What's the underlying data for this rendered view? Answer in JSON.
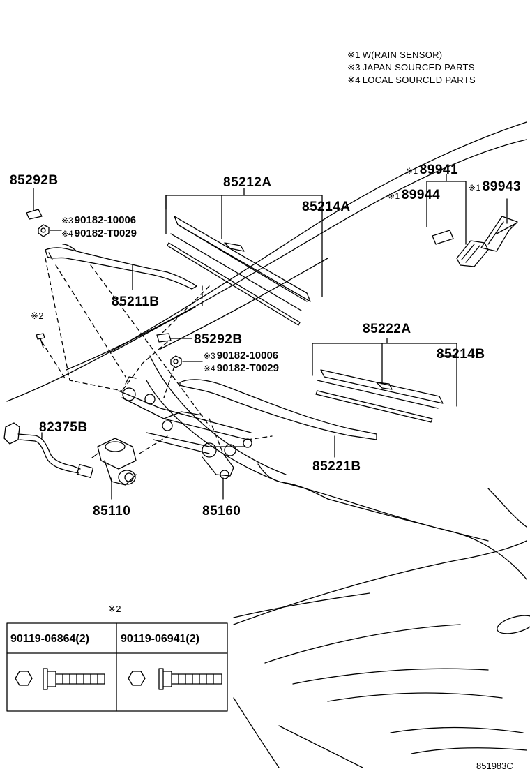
{
  "legend": [
    {
      "mark": "※1",
      "text": "W(RAIN SENSOR)"
    },
    {
      "mark": "※3",
      "text": "JAPAN SOURCED PARTS"
    },
    {
      "mark": "※4",
      "text": "LOCAL SOURCED PARTS"
    }
  ],
  "parts": {
    "p85292B_top": "85292B",
    "p85212A": "85212A",
    "p85214A": "85214A",
    "p89941": "89941",
    "p89944": "89944",
    "p89943": "89943",
    "p90182_10006_top": "90182-10006",
    "p90182_T0029_top": "90182-T0029",
    "p85211B": "85211B",
    "p85292B_mid": "85292B",
    "p90182_10006_mid": "90182-10006",
    "p90182_T0029_mid": "90182-T0029",
    "p85222A": "85222A",
    "p85214B": "85214B",
    "p82375B": "82375B",
    "p85221B": "85221B",
    "p85110": "85110",
    "p85160": "85160"
  },
  "marks": {
    "m1": "※1",
    "m2": "※2",
    "m3": "※3",
    "m4": "※4"
  },
  "bolt_table": {
    "header_mark": "※2",
    "col1": "90119-06864(2)",
    "col2": "90119-06941(2)"
  },
  "diagram_code": "851983C"
}
